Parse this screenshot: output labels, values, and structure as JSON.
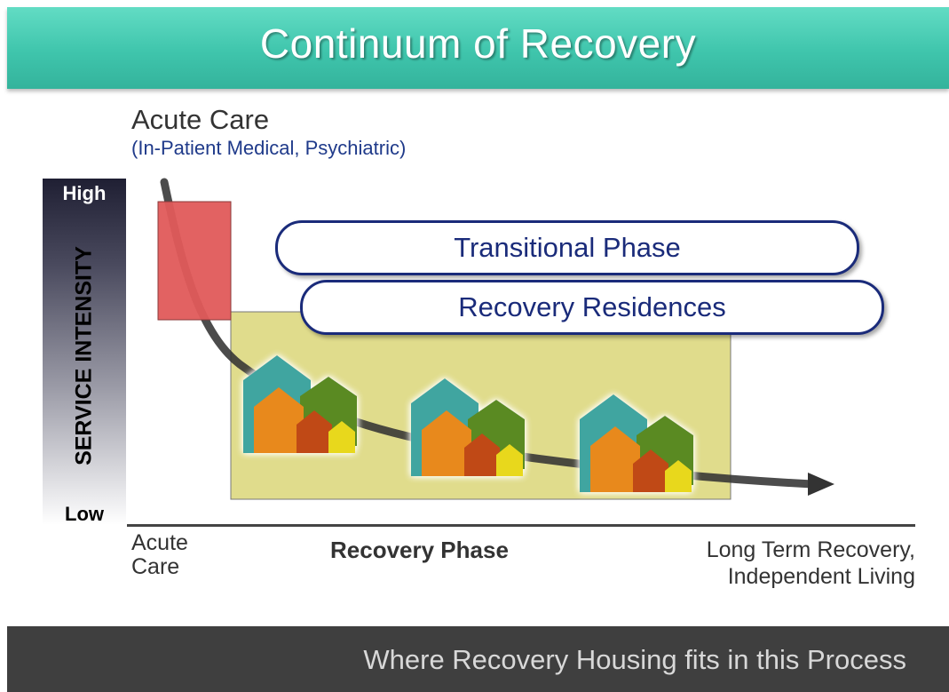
{
  "header": {
    "title": "Continuum of Recovery"
  },
  "acute_care": {
    "heading": "Acute Care",
    "subheading": "(In-Patient Medical, Psychiatric)"
  },
  "y_axis": {
    "label": "SERVICE INTENSITY",
    "high": "High",
    "low": "Low"
  },
  "x_axis": {
    "left_label": [
      "Acute",
      "Care"
    ],
    "center_label": "Recovery Phase",
    "right_label": [
      "Long Term Recovery,",
      "Independent Living"
    ]
  },
  "phases": {
    "transitional": "Transitional Phase",
    "residences": "Recovery Residences"
  },
  "footer": {
    "text": "Where Recovery Housing fits in this Process"
  },
  "colors": {
    "header": "#3fc5ac",
    "acute_box": "#e05a5a",
    "recovery_zone": "#e0dc8c",
    "pill_border": "#1a2b7a",
    "footer": "#3f3f3f",
    "house_teal": "#3fa5a0",
    "house_green": "#5a8a22",
    "house_orange": "#e8891c",
    "house_red": "#c04a12",
    "house_yellow": "#e8d81c"
  },
  "icons": {
    "house_cluster": "house-cluster-icon",
    "arrow": "curve-arrow-icon"
  }
}
